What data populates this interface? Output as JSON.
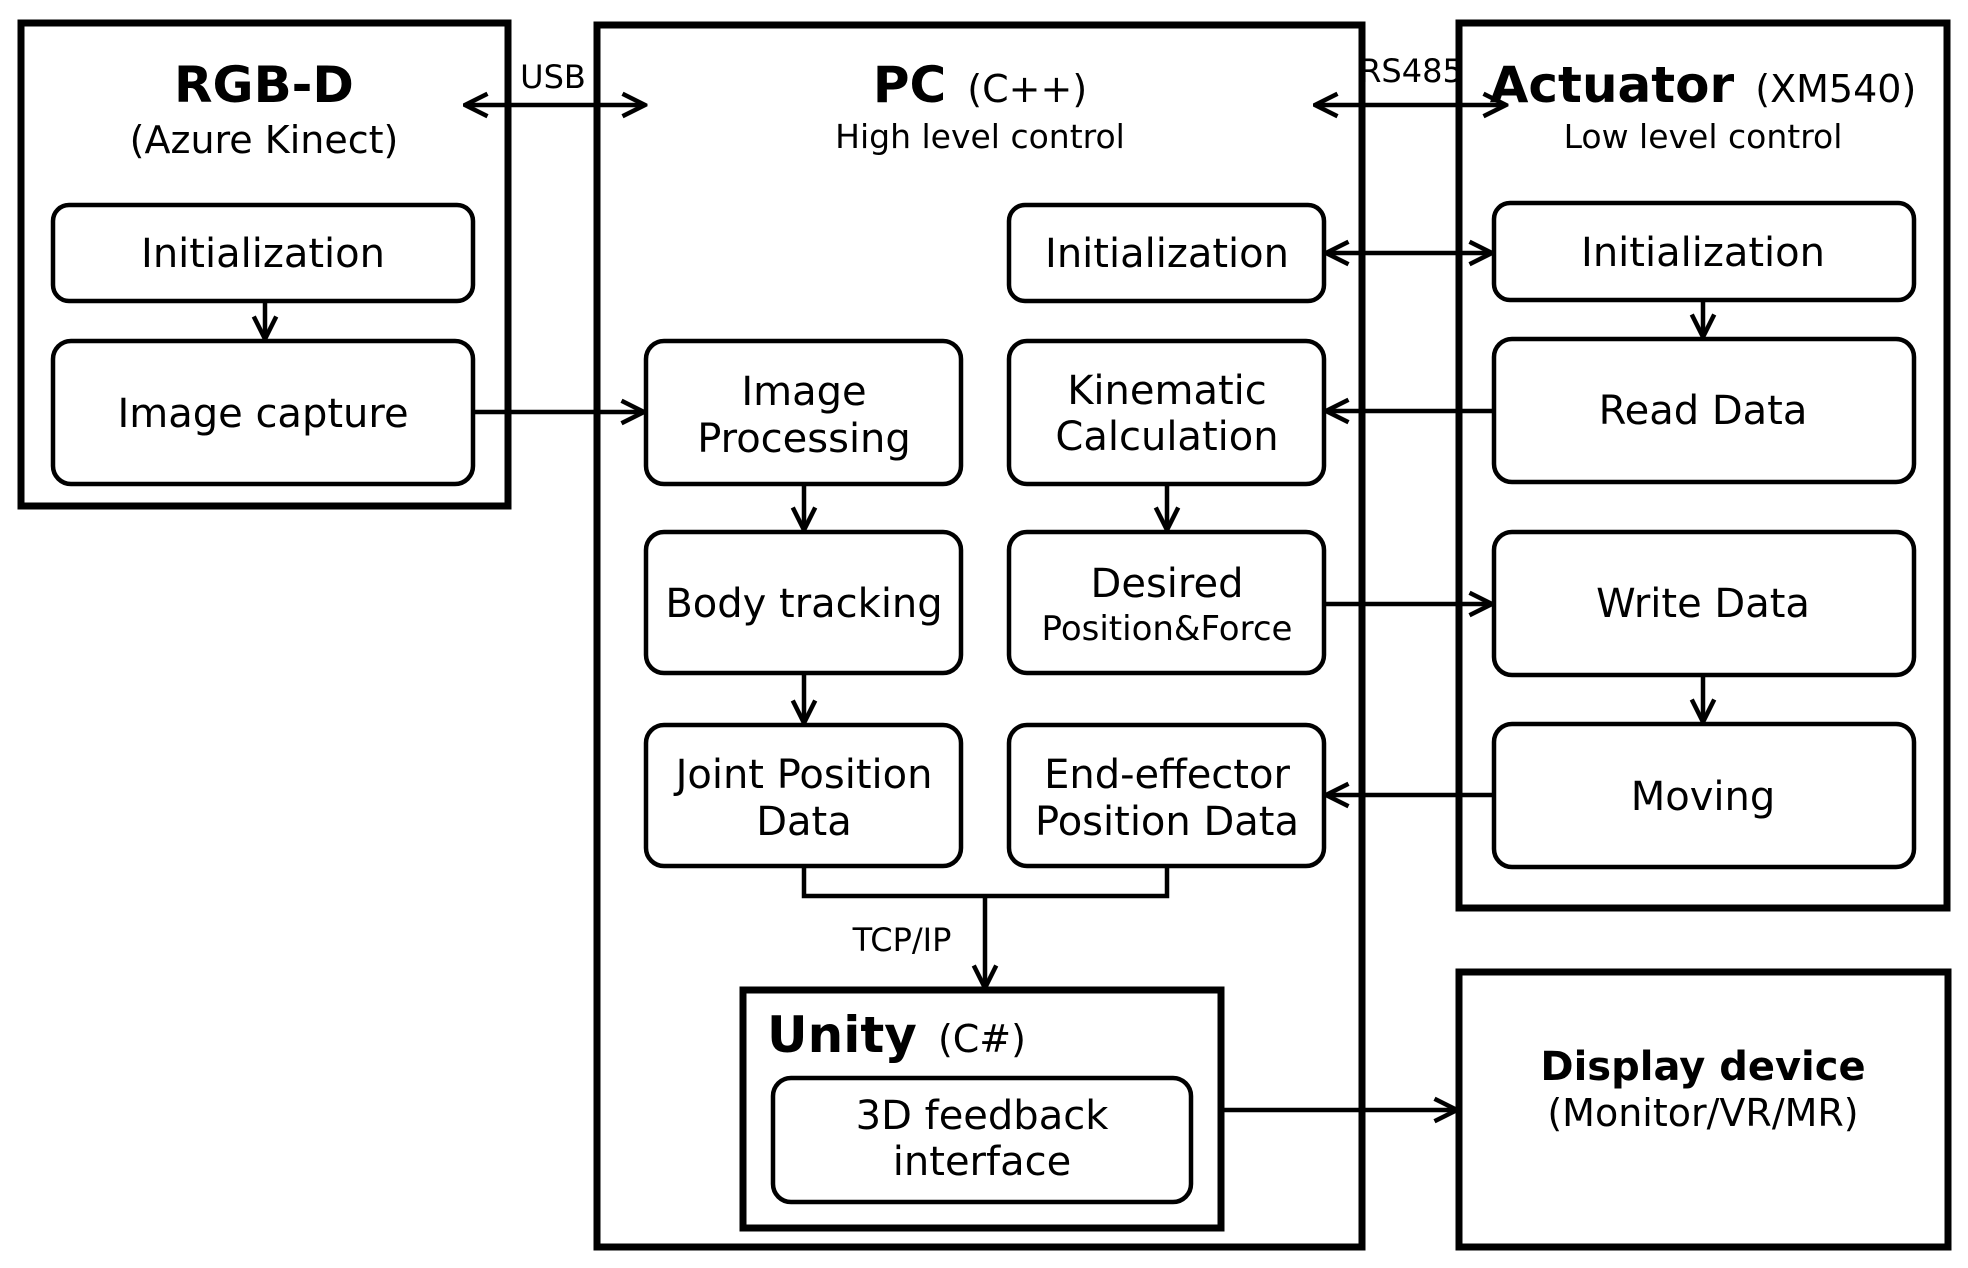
{
  "rgbd": {
    "title": "RGB-D",
    "subtitle": "(Azure Kinect)"
  },
  "pc": {
    "title": "PC",
    "lang": "(C++)",
    "subtitle": "High level control"
  },
  "actuator": {
    "title": "Actuator",
    "model": "(XM540)",
    "subtitle": "Low level control"
  },
  "unity": {
    "title": "Unity",
    "lang": "(C#)"
  },
  "display": {
    "title": "Display device",
    "subtitle": "(Monitor/VR/MR)"
  },
  "links": {
    "usb": "USB",
    "rs485": "RS485",
    "tcpip": "TCP/IP"
  },
  "nodes": {
    "rgbd_init": "Initialization",
    "rgbd_capture": "Image capture",
    "img_proc_1": "Image",
    "img_proc_2": "Processing",
    "body_tracking": "Body tracking",
    "joint_pos_1": "Joint Position",
    "joint_pos_2": "Data",
    "pc_init": "Initialization",
    "kin_1": "Kinematic",
    "kin_2": "Calculation",
    "desired_1": "Desired",
    "desired_2": "Position&Force",
    "ee_1": "End-effector",
    "ee_2": "Position Data",
    "act_init": "Initialization",
    "read_data": "Read Data",
    "write_data": "Write Data",
    "moving": "Moving",
    "fb_1": "3D feedback",
    "fb_2": "interface"
  }
}
